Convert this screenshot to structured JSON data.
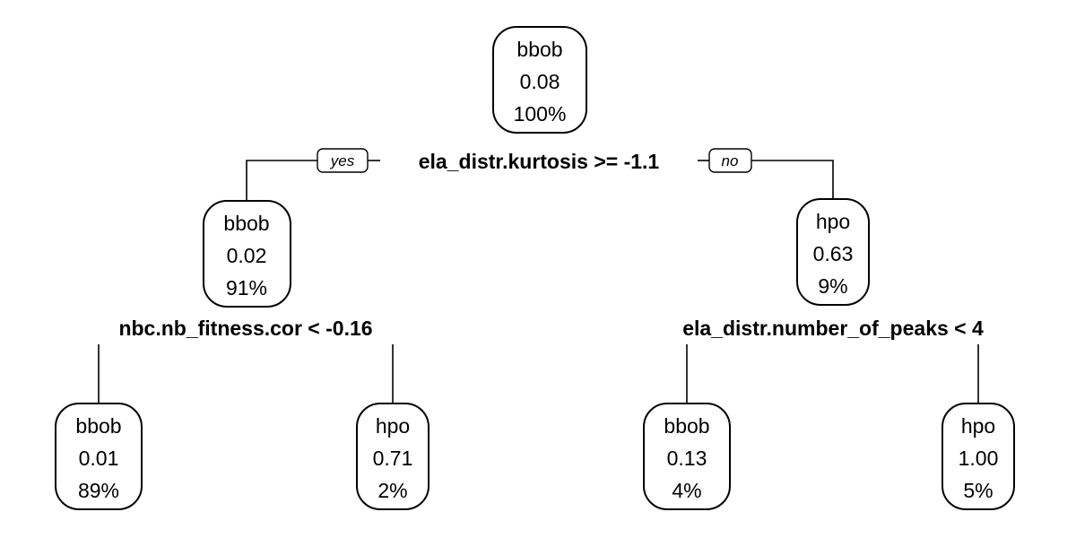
{
  "tree": {
    "root": {
      "class": "bbob",
      "value": "0.08",
      "percent": "100%"
    },
    "root_split": "ela_distr.kurtosis >= -1.1",
    "yes_label": "yes",
    "no_label": "no",
    "left": {
      "class": "bbob",
      "value": "0.02",
      "percent": "91%"
    },
    "left_split": "nbc.nb_fitness.cor < -0.16",
    "right": {
      "class": "hpo",
      "value": "0.63",
      "percent": "9%"
    },
    "right_split": "ela_distr.number_of_peaks < 4",
    "leaf_ll": {
      "class": "bbob",
      "value": "0.01",
      "percent": "89%"
    },
    "leaf_lr": {
      "class": "hpo",
      "value": "0.71",
      "percent": "2%"
    },
    "leaf_rl": {
      "class": "bbob",
      "value": "0.13",
      "percent": "4%"
    },
    "leaf_rr": {
      "class": "hpo",
      "value": "1.00",
      "percent": "5%"
    }
  }
}
